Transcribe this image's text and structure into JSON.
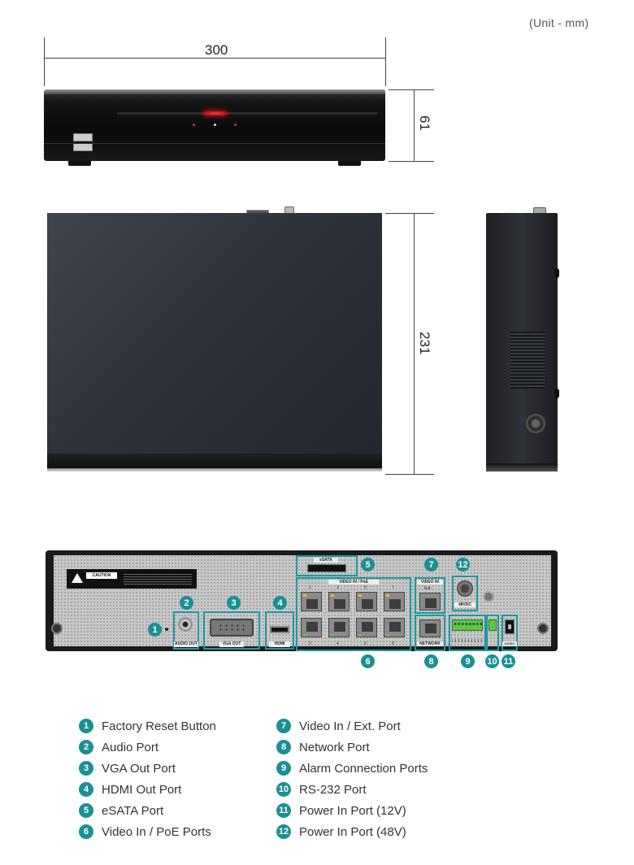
{
  "unit_note": "(Unit - mm)",
  "dimensions": {
    "width": "300",
    "height": "61",
    "depth": "231"
  },
  "panel_labels": {
    "audio_out": "AUDIO OUT",
    "vga_out": "VGA OUT",
    "hdmi": "HDMI",
    "esata": "eSATA",
    "video_in_poe": "VIDEO IN / PoE",
    "video_in": "VIDEO IN",
    "ext": "Ext.",
    "network": "NETWORK",
    "power_48v": "48VDC",
    "power_12v": "12VDC"
  },
  "caution_label": "CAUTION",
  "poe_port_numbers_top": [
    "1",
    "3",
    "5",
    "7"
  ],
  "poe_port_numbers_bottom": [
    "2",
    "4",
    "6",
    "8"
  ],
  "colors": {
    "accent": "#1b8f96",
    "highlight": "#1b9aa2"
  },
  "callouts": [
    "1",
    "2",
    "3",
    "4",
    "5",
    "6",
    "7",
    "8",
    "9",
    "10",
    "11",
    "12"
  ],
  "legend": [
    {
      "num": "1",
      "label": "Factory Reset Button"
    },
    {
      "num": "2",
      "label": "Audio Port"
    },
    {
      "num": "3",
      "label": "VGA Out Port"
    },
    {
      "num": "4",
      "label": "HDMI Out Port"
    },
    {
      "num": "5",
      "label": "eSATA Port"
    },
    {
      "num": "6",
      "label": "Video In / PoE Ports"
    },
    {
      "num": "7",
      "label": "Video In / Ext. Port"
    },
    {
      "num": "8",
      "label": "Network Port"
    },
    {
      "num": "9",
      "label": "Alarm Connection Ports"
    },
    {
      "num": "10",
      "label": "RS-232 Port"
    },
    {
      "num": "11",
      "label": "Power In Port (12V)"
    },
    {
      "num": "12",
      "label": "Power In Port (48V)"
    }
  ]
}
